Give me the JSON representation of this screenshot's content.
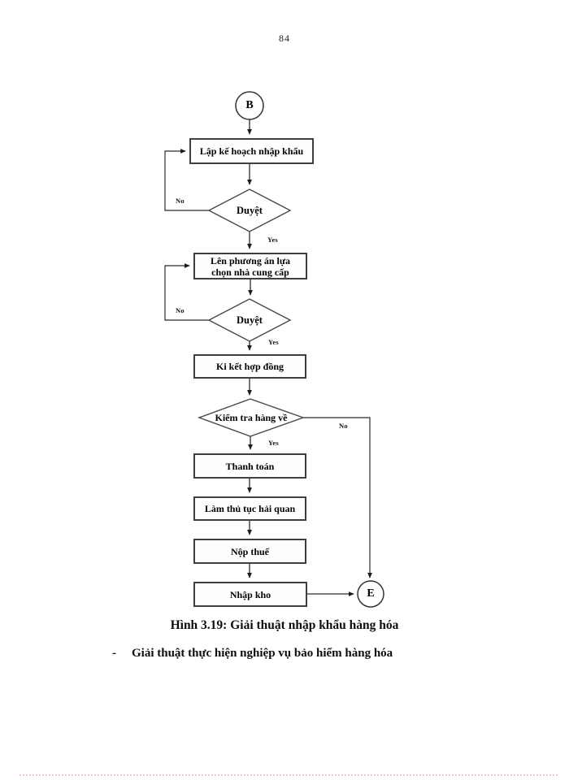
{
  "page": {
    "number": "84"
  },
  "flowchart": {
    "start_label": "B",
    "end_label": "E",
    "yes": "Yes",
    "no": "No",
    "steps": {
      "plan": "Lập kế hoạch nhập khẩu",
      "approve1": "Duyệt",
      "supplier_line1": "Lên phương án lựa",
      "supplier_line2": "chọn nhà cung cấp",
      "approve2": "Duyệt",
      "contract": "Ki kết hợp đồng",
      "check_goods": "Kiểm tra hàng về",
      "payment": "Thanh toán",
      "customs": "Làm thủ tục hải quan",
      "tax": "Nộp thuế",
      "warehouse": "Nhập kho"
    }
  },
  "caption": "Hình 3.19: Giải thuật nhập khẩu hàng hóa",
  "bullet": {
    "marker": "-",
    "text": "Giải thuật thực hiện nghiệp vụ bảo hiểm hàng hóa"
  },
  "colors": {
    "line": "#2b2b2b",
    "box_border": "#3f3f3f",
    "footer_dots": "#eab4b4"
  }
}
